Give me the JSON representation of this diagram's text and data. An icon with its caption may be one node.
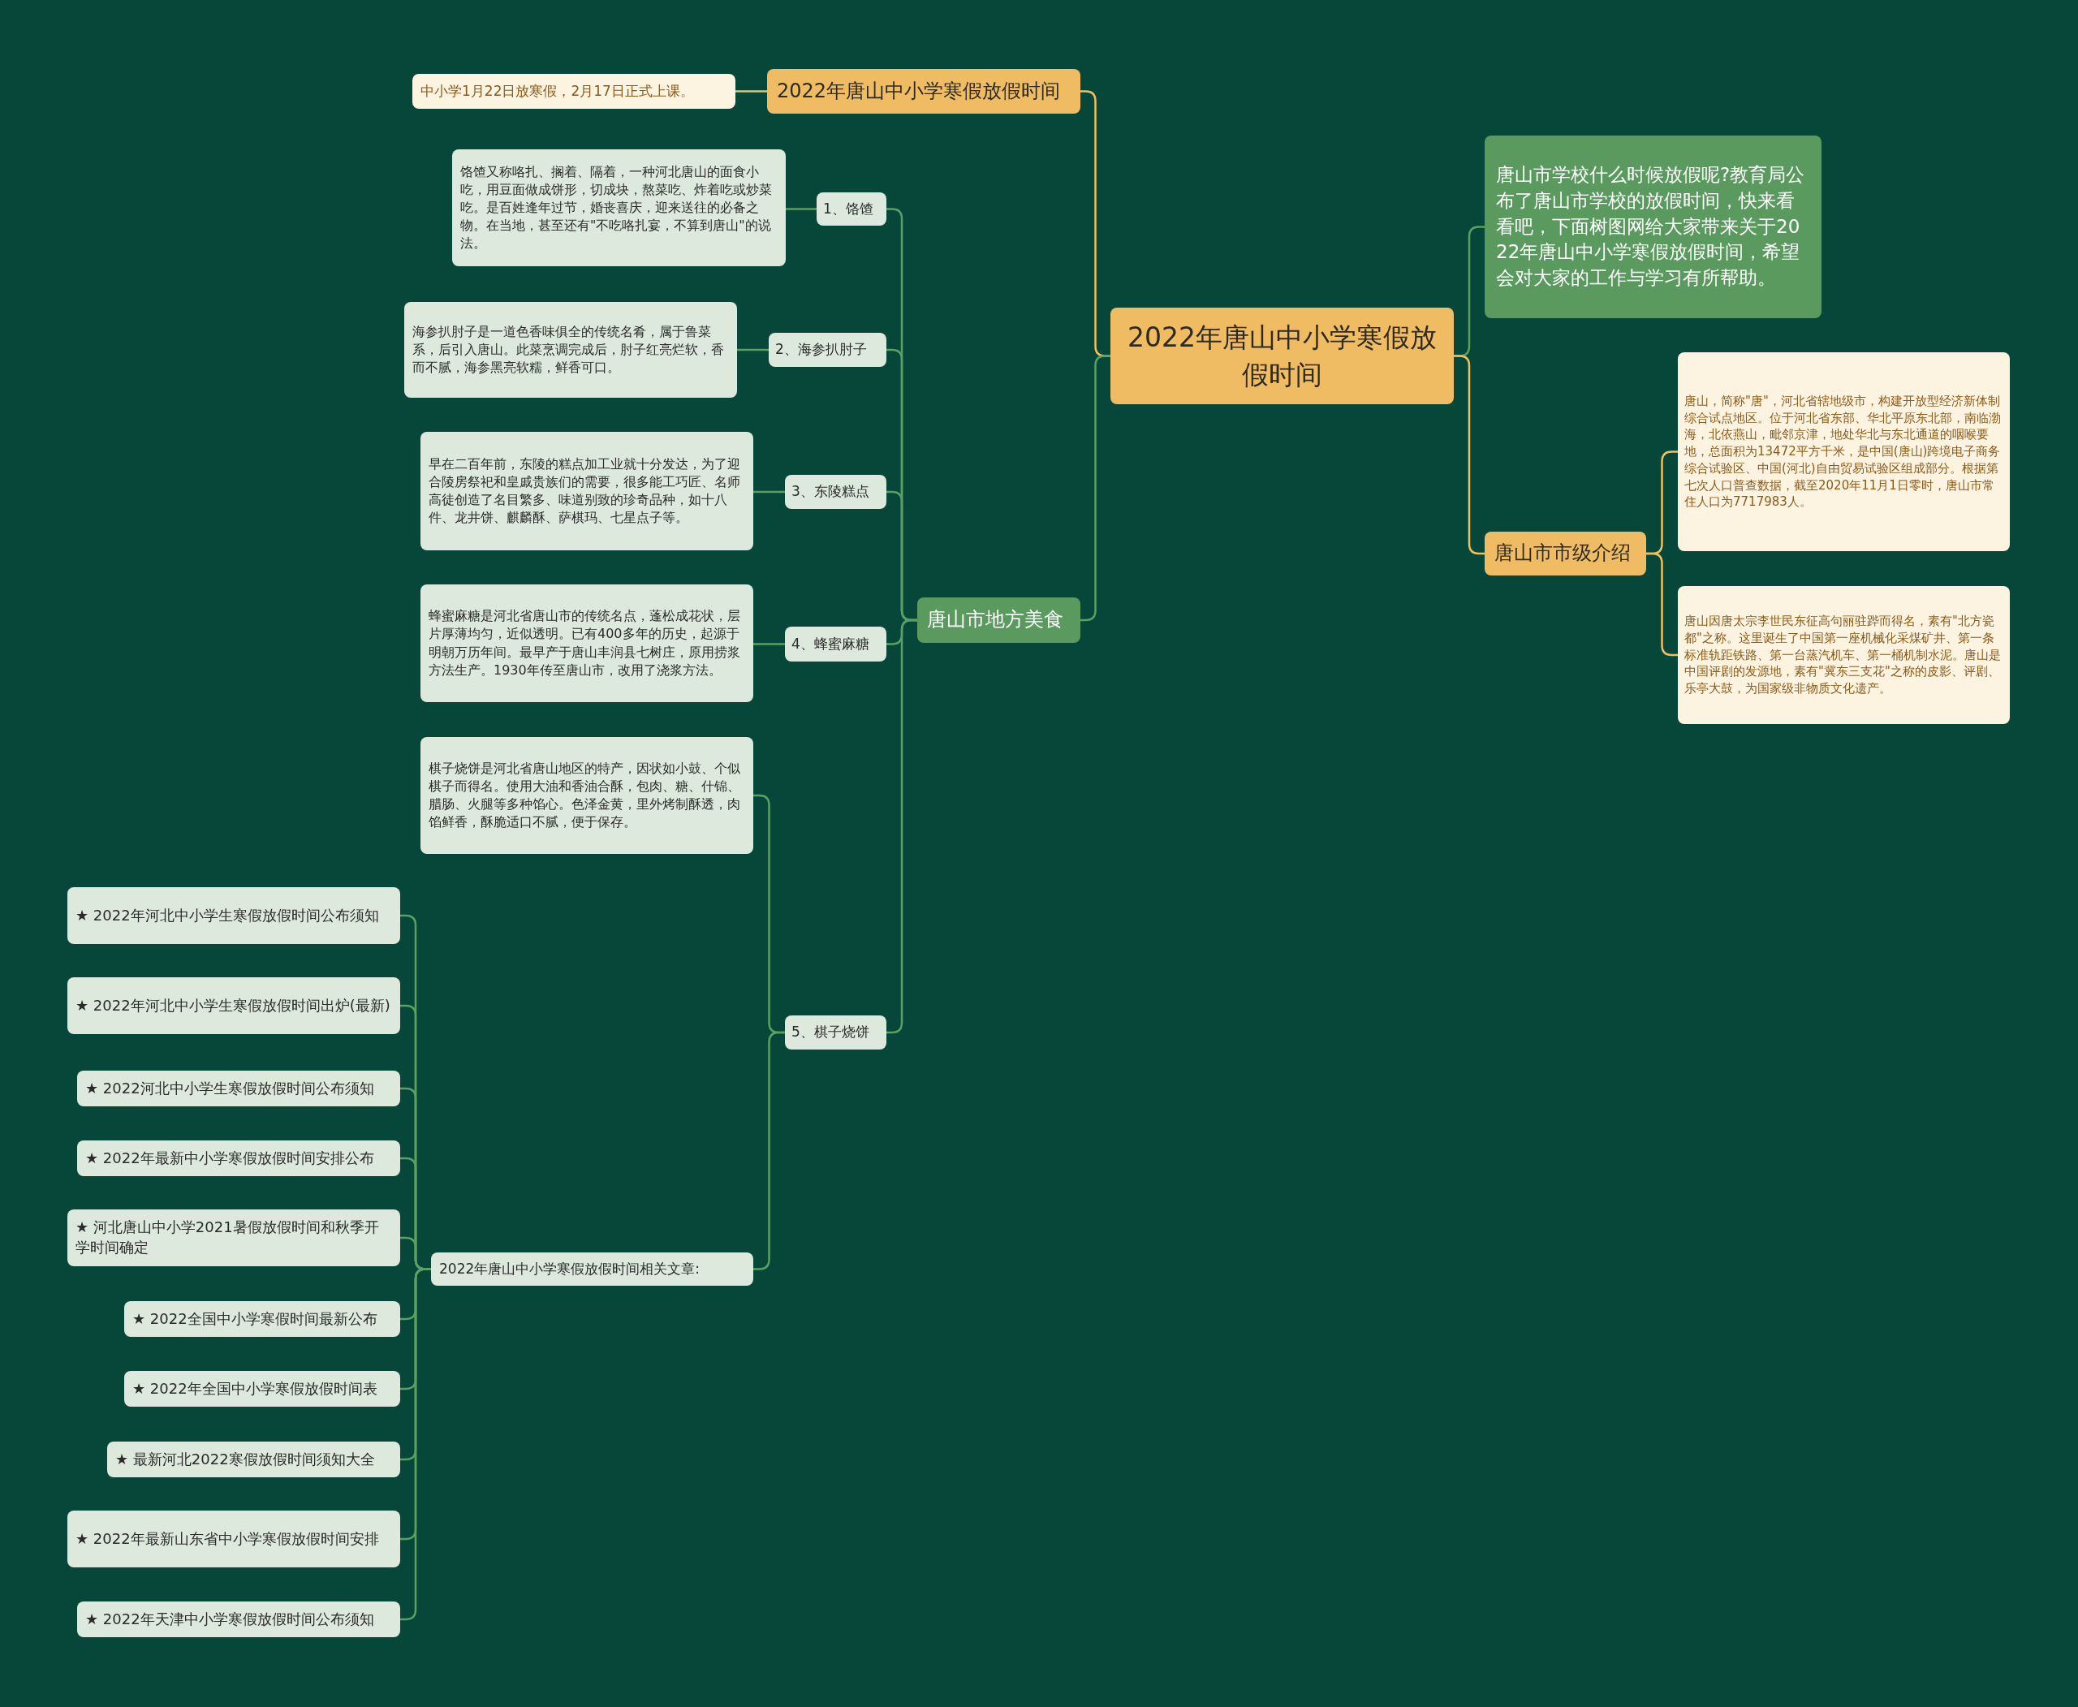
{
  "diagram": {
    "nodes": [
      {
        "text": [
          "2022年唐山中小学寒假放假时间"
        ]
      },
      {
        "text": [
          "2022年唐山中小学寒假放假时间"
        ]
      },
      {
        "text": [
          "中小学1月22日放寒假，2月17日正式上课。"
        ]
      },
      {
        "text": [
          "唐山市地方美食"
        ]
      },
      {
        "text": [
          "1、饹馇"
        ]
      },
      {
        "text": [
          "饹馇又称咯扎、搁着、隔着，一种河北唐山的面食小吃，用豆面做成饼形，切成块，熬菜吃、炸着吃或炒菜吃。是百姓逢年过节，婚丧喜庆，迎来送往的必备之物。在当地，甚至还有\"不吃咯扎宴，不算到唐山\"的说法。"
        ]
      },
      {
        "text": [
          "2、海参扒肘子"
        ]
      },
      {
        "text": [
          "海参扒肘子是一道色香味俱全的传统名肴，属于鲁菜系，后引入唐山。此菜烹调完成后，肘子红亮烂软，香而不腻，海参黑亮软糯，鲜香可口。"
        ]
      },
      {
        "text": [
          "3、东陵糕点"
        ]
      },
      {
        "text": [
          "早在二百年前，东陵的糕点加工业就十分发达，为了迎合陵房祭祀和皇戚贵族们的需要，很多能工巧匠、名师高徒创造了名目繁多、味道别致的珍奇品种，如十八件、龙井饼、麒麟酥、萨棋玛、七星点子等。"
        ]
      },
      {
        "text": [
          "4、蜂蜜麻糖"
        ]
      },
      {
        "text": [
          "蜂蜜麻糖是河北省唐山市的传统名点，蓬松成花状，层片厚薄均匀，近似透明。已有400多年的历史，起源于明朝万历年间。最早产于唐山丰润县七树庄，原用捞浆方法生产。1930年传至唐山市，改用了浇浆方法。"
        ]
      },
      {
        "text": [
          "5、棋子烧饼"
        ]
      },
      {
        "text": [
          "棋子烧饼是河北省唐山地区的特产，因状如小鼓、个似棋子而得名。使用大油和香油合酥，包肉、糖、什锦、腊肠、火腿等多种馅心。色泽金黄，里外烤制酥透，肉馅鲜香，酥脆适口不腻，便于保存。"
        ]
      },
      {
        "text": [
          "2022年唐山中小学寒假放假时间相关文章:"
        ]
      },
      {
        "text": [
          "★ 2022年河北中小学生寒假放假时间公布须知"
        ]
      },
      {
        "text": [
          "★ 2022年河北中小学生寒假放假时间出炉(最新)"
        ]
      },
      {
        "text": [
          "★ 2022河北中小学生寒假放假时间公布须知"
        ]
      },
      {
        "text": [
          "★ 2022年最新中小学寒假放假时间安排公布"
        ]
      },
      {
        "text": [
          "★ 河北唐山中小学2021暑假放假时间和秋季开学时间确定"
        ]
      },
      {
        "text": [
          "★ 2022全国中小学寒假时间最新公布"
        ]
      },
      {
        "text": [
          "★ 2022年全国中小学寒假放假时间表"
        ]
      },
      {
        "text": [
          "★ 最新河北2022寒假放假时间须知大全"
        ]
      },
      {
        "text": [
          "★ 2022年最新山东省中小学寒假放假时间安排"
        ]
      },
      {
        "text": [
          "★ 2022年天津中小学寒假放假时间公布须知"
        ]
      },
      {
        "text": [
          "唐山市学校什么时候放假呢?教育局公布了唐山市学校的放假时间，快来看看吧，下面树图网给大家带来关于2022年唐山中小学寒假放假时间，希望会对大家的工作与学习有所帮助。"
        ]
      },
      {
        "text": [
          "唐山市市级介绍"
        ]
      },
      {
        "text": [
          "唐山，简称\"唐\"，河北省辖地级市，构建开放型经济新体制综合试点地区。位于河北省东部、华北平原东北部，南临渤海，北依燕山，毗邻京津，地处华北与东北通道的咽喉要地，总面积为13472平方千米，是中国(唐山)跨境电子商务综合试验区、中国(河北)自由贸易试验区组成部分。根据第七次人口普查数据，截至2020年11月1日零时，唐山市常住人口为7717983人。"
        ]
      },
      {
        "text": [
          "唐山因唐太宗李世民东征高句丽驻跸而得名，素有\"北方瓷都\"之称。这里诞生了中国第一座机械化采煤矿井、第一条标准轨距铁路、第一台蒸汽机车、第一桶机制水泥。唐山是中国评剧的发源地，素有\"冀东三支花\"之称的皮影、评剧、乐亭大鼓，为国家级非物质文化遗产。"
        ]
      }
    ],
    "edges": [
      {
        "from": 0,
        "to": 1,
        "arrow": "none",
        "color": "#f0c060"
      },
      {
        "from": 1,
        "to": 2,
        "arrow": "none",
        "color": "#f0c060"
      },
      {
        "from": 0,
        "to": 3,
        "arrow": "none"
      },
      {
        "from": 3,
        "to": 4,
        "arrow": "none"
      },
      {
        "from": 4,
        "to": 5,
        "arrow": "none"
      },
      {
        "from": 3,
        "to": 6,
        "arrow": "none"
      },
      {
        "from": 6,
        "to": 7,
        "arrow": "none"
      },
      {
        "from": 3,
        "to": 8,
        "arrow": "none"
      },
      {
        "from": 8,
        "to": 9,
        "arrow": "none"
      },
      {
        "from": 3,
        "to": 10,
        "arrow": "none"
      },
      {
        "from": 10,
        "to": 11,
        "arrow": "none"
      },
      {
        "from": 3,
        "to": 12,
        "arrow": "none"
      },
      {
        "from": 12,
        "to": 13,
        "arrow": "none"
      },
      {
        "from": 12,
        "to": 14,
        "arrow": "none"
      },
      {
        "from": 14,
        "to": 15,
        "arrow": "none"
      },
      {
        "from": 14,
        "to": 16,
        "arrow": "none"
      },
      {
        "from": 14,
        "to": 17,
        "arrow": "none"
      },
      {
        "from": 14,
        "to": 18,
        "arrow": "none"
      },
      {
        "from": 14,
        "to": 19,
        "arrow": "none"
      },
      {
        "from": 14,
        "to": 20,
        "arrow": "none"
      },
      {
        "from": 14,
        "to": 21,
        "arrow": "none"
      },
      {
        "from": 14,
        "to": 22,
        "arrow": "none"
      },
      {
        "from": 14,
        "to": 23,
        "arrow": "none"
      },
      {
        "from": 14,
        "to": 24,
        "arrow": "none"
      },
      {
        "from": 0,
        "to": 25,
        "arrow": "none"
      },
      {
        "from": 0,
        "to": 26,
        "arrow": "none",
        "color": "#f0c060"
      },
      {
        "from": 26,
        "to": 27,
        "arrow": "none",
        "color": "#f0c060"
      },
      {
        "from": 26,
        "to": 28,
        "arrow": "none",
        "color": "#f0c060"
      }
    ]
  }
}
